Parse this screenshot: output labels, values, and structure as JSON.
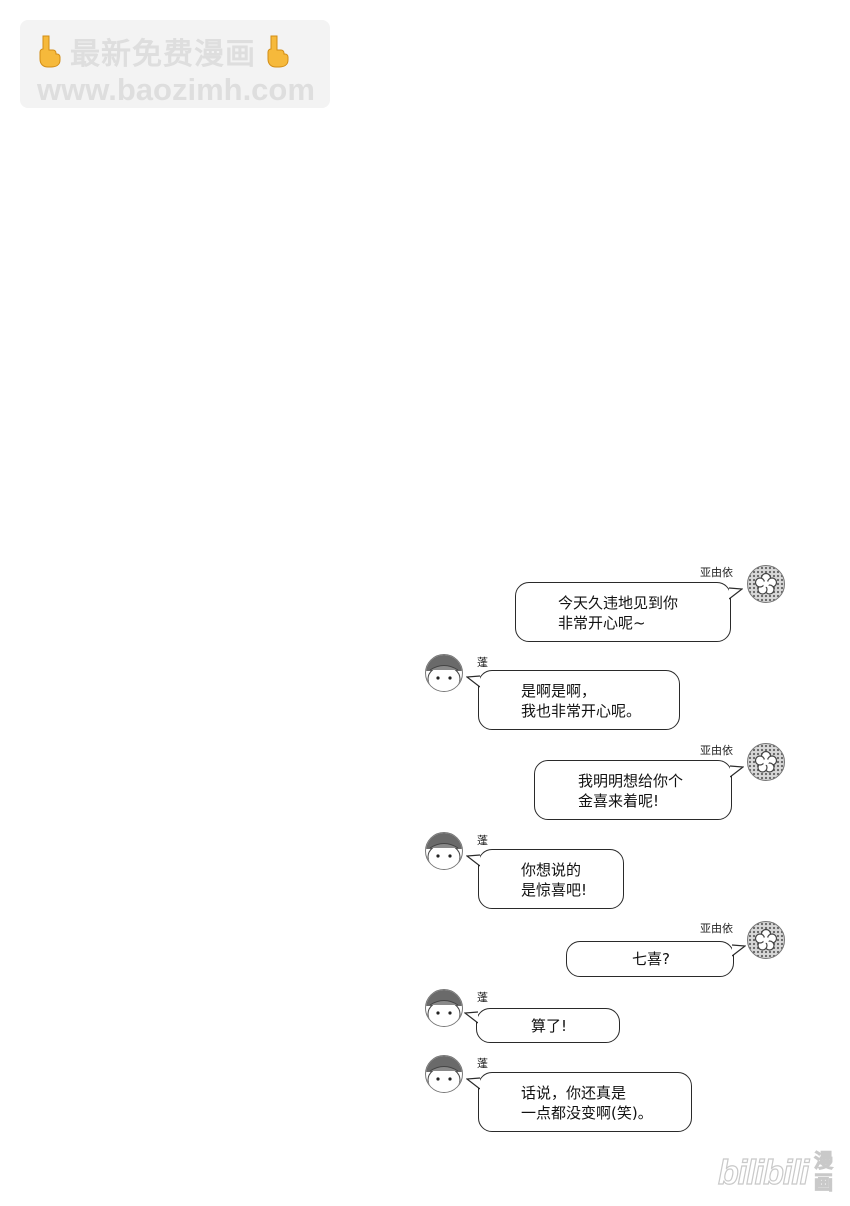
{
  "watermark": {
    "line1": "最新免费漫画",
    "line2": "www.baozimh.com"
  },
  "chat": {
    "messages": [
      {
        "sender": "亚由依",
        "text": "今天久违地见到你\n非常开心呢~"
      },
      {
        "sender": "蓬",
        "text": "是啊是啊，\n我也非常开心呢。"
      },
      {
        "sender": "亚由依",
        "text": "我明明想给你个\n金喜来着呢!"
      },
      {
        "sender": "蓬",
        "text": "你想说的\n是惊喜吧!"
      },
      {
        "sender": "亚由依",
        "text": "七喜?"
      },
      {
        "sender": "蓬",
        "text": "算了!"
      },
      {
        "sender": "蓬",
        "text": "话说，你还真是\n一点都没变啊(笑)。"
      }
    ]
  },
  "logo": {
    "bili": "bilibili",
    "manhua": "漫画"
  },
  "icons": {
    "sender_a_avatar": "flower-avatar-icon",
    "sender_b_avatar": "creature-avatar-icon",
    "watermark_hand": "pointing-down-hand-icon"
  },
  "colors": {
    "watermark_text": "#dedede",
    "watermark_bg": "#f3f3f3",
    "hand": "#f6b93b",
    "bubble_border": "#2a2a2a"
  }
}
